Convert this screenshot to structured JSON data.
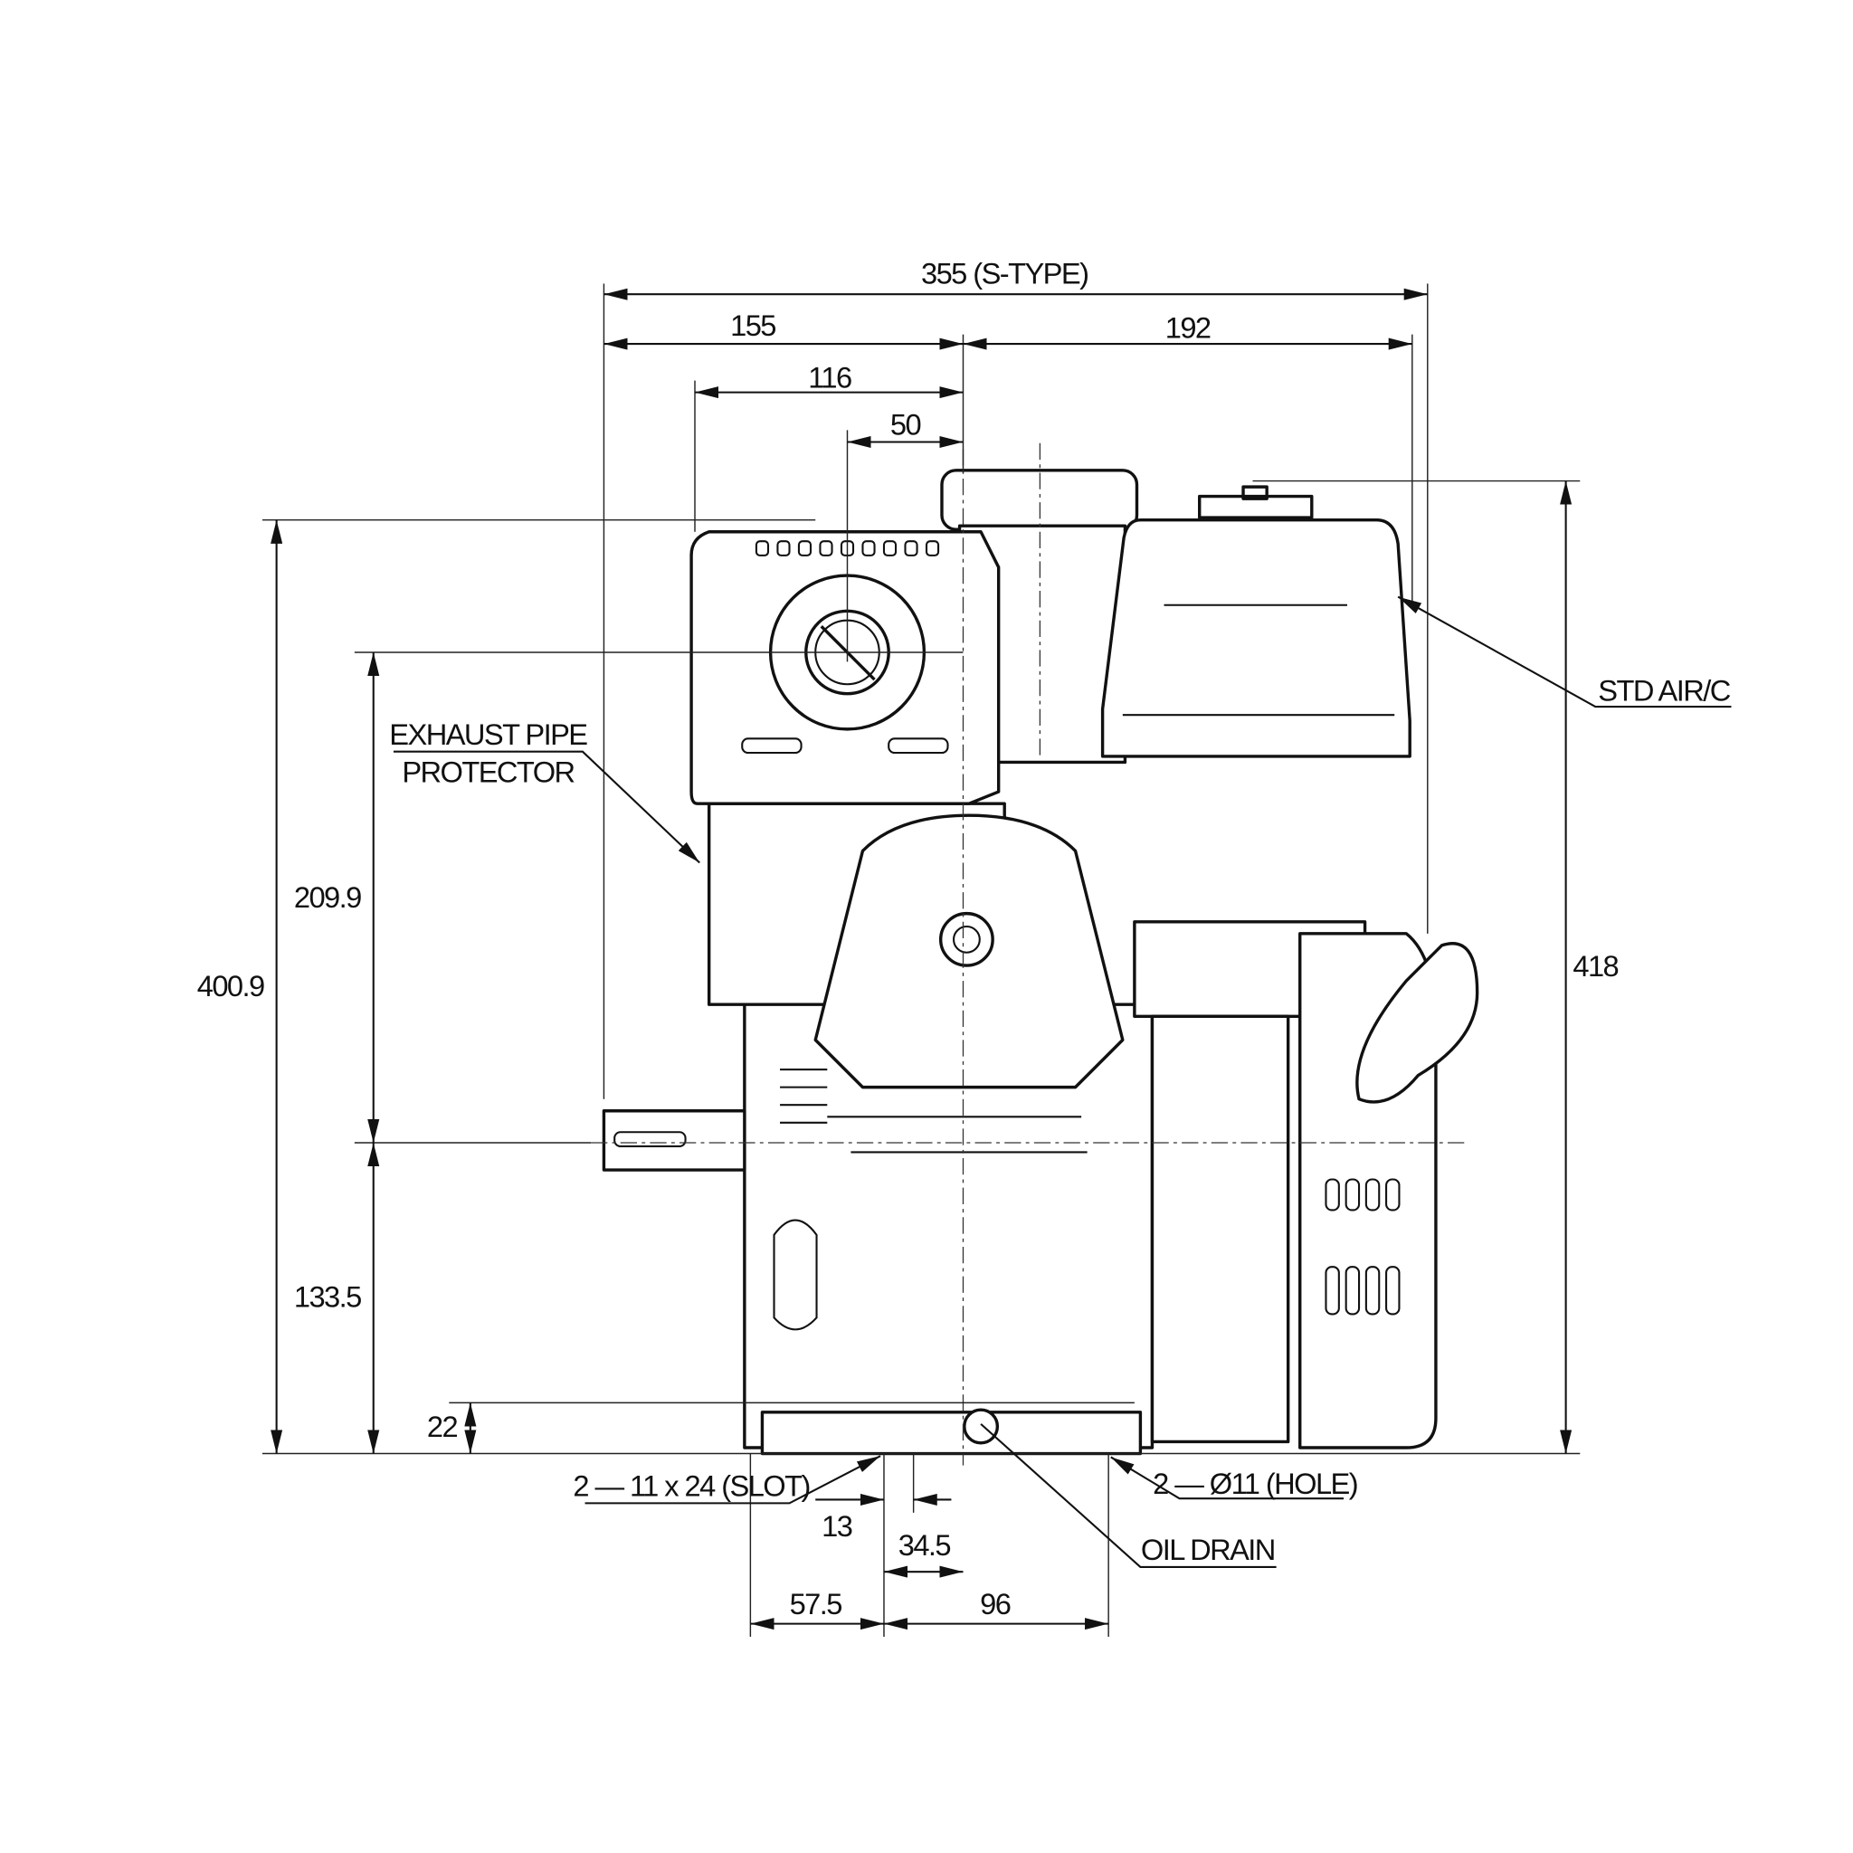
{
  "drawing": {
    "title": "Engine dimension drawing",
    "units": "mm",
    "line_color": "#111111",
    "horizontal_dimensions": {
      "overall_width": "355 (S-TYPE)",
      "left_to_center": "155",
      "center_to_right": "192",
      "muffler_to_center": "116",
      "exhaust_to_center": "50"
    },
    "vertical_dimensions": {
      "overall_height_left": "400.9",
      "shaft_to_exhaust": "209.9",
      "shaft_height": "133.5",
      "base_thickness": "22",
      "overall_height_right": "418"
    },
    "base_dimensions": {
      "slot_offset": "13",
      "hole_to_center": "34.5",
      "left_to_slot": "57.5",
      "slot_to_hole": "96"
    },
    "callouts": {
      "exhaust_line1": "EXHAUST PIPE",
      "exhaust_line2": "PROTECTOR",
      "air_cleaner": "STD AIR/C",
      "slot": "2 — 11 x 24 (SLOT)",
      "hole": "2 — Ø11 (HOLE)",
      "oil_drain": "OIL DRAIN"
    }
  }
}
